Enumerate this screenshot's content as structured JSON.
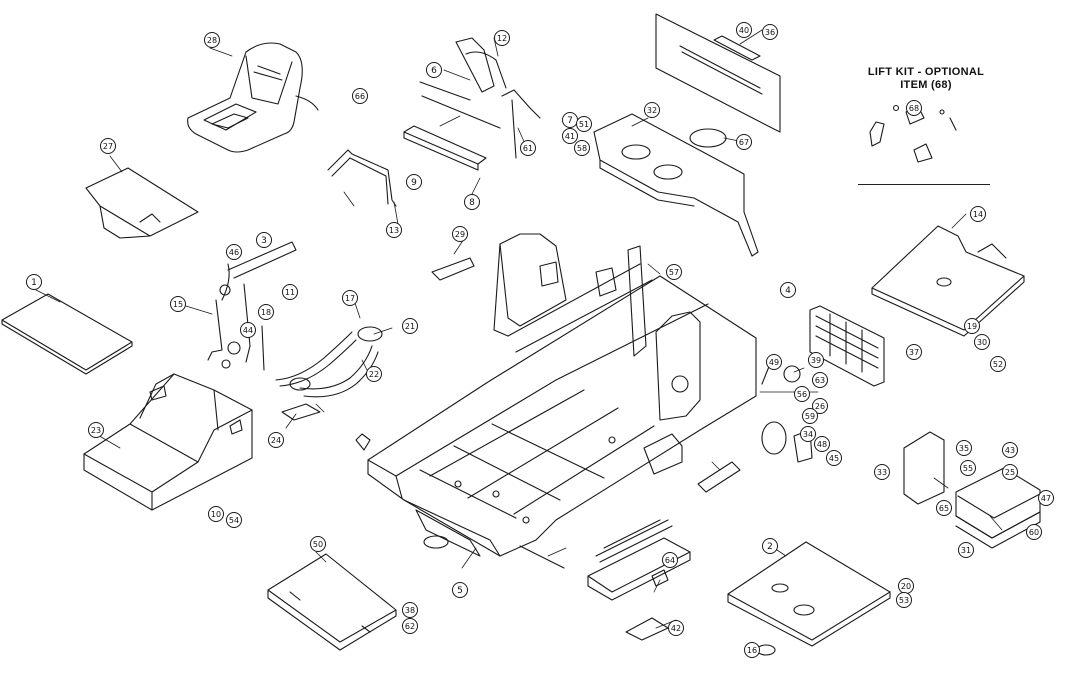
{
  "lift_kit": {
    "title_line1": "LIFT KIT - OPTIONAL",
    "title_line2": "ITEM (68)"
  },
  "callouts": [
    {
      "id": "c01",
      "label": "1"
    },
    {
      "id": "c02",
      "label": "2"
    },
    {
      "id": "c03",
      "label": "3"
    },
    {
      "id": "c04",
      "label": "4"
    },
    {
      "id": "c05",
      "label": "5"
    },
    {
      "id": "c06",
      "label": "6"
    },
    {
      "id": "c07",
      "label": "7"
    },
    {
      "id": "c08",
      "label": "8"
    },
    {
      "id": "c09",
      "label": "9"
    },
    {
      "id": "c10",
      "label": "10"
    },
    {
      "id": "c11",
      "label": "11"
    },
    {
      "id": "c12",
      "label": "12"
    },
    {
      "id": "c13",
      "label": "13"
    },
    {
      "id": "c14",
      "label": "14"
    },
    {
      "id": "c15",
      "label": "15"
    },
    {
      "id": "c16",
      "label": "16"
    },
    {
      "id": "c17",
      "label": "17"
    },
    {
      "id": "c18",
      "label": "18"
    },
    {
      "id": "c19",
      "label": "19"
    },
    {
      "id": "c20",
      "label": "20"
    },
    {
      "id": "c21",
      "label": "21"
    },
    {
      "id": "c22",
      "label": "22"
    },
    {
      "id": "c23",
      "label": "23"
    },
    {
      "id": "c24",
      "label": "24"
    },
    {
      "id": "c25",
      "label": "25"
    },
    {
      "id": "c26",
      "label": "26"
    },
    {
      "id": "c27",
      "label": "27"
    },
    {
      "id": "c28",
      "label": "28"
    },
    {
      "id": "c29",
      "label": "29"
    },
    {
      "id": "c30",
      "label": "30"
    },
    {
      "id": "c31",
      "label": "31"
    },
    {
      "id": "c32",
      "label": "32"
    },
    {
      "id": "c33",
      "label": "33"
    },
    {
      "id": "c34",
      "label": "34"
    },
    {
      "id": "c35",
      "label": "35"
    },
    {
      "id": "c36",
      "label": "36"
    },
    {
      "id": "c37",
      "label": "37"
    },
    {
      "id": "c38",
      "label": "38"
    },
    {
      "id": "c39",
      "label": "39"
    },
    {
      "id": "c40",
      "label": "40"
    },
    {
      "id": "c41",
      "label": "41"
    },
    {
      "id": "c42",
      "label": "42"
    },
    {
      "id": "c43",
      "label": "43"
    },
    {
      "id": "c44",
      "label": "44"
    },
    {
      "id": "c45",
      "label": "45"
    },
    {
      "id": "c46",
      "label": "46"
    },
    {
      "id": "c47",
      "label": "47"
    },
    {
      "id": "c48",
      "label": "48"
    },
    {
      "id": "c49",
      "label": "49"
    },
    {
      "id": "c50",
      "label": "50"
    },
    {
      "id": "c51",
      "label": "51"
    },
    {
      "id": "c52",
      "label": "52"
    },
    {
      "id": "c53",
      "label": "53"
    },
    {
      "id": "c54",
      "label": "54"
    },
    {
      "id": "c55",
      "label": "55"
    },
    {
      "id": "c56",
      "label": "56"
    },
    {
      "id": "c57",
      "label": "57"
    },
    {
      "id": "c58",
      "label": "58"
    },
    {
      "id": "c59",
      "label": "59"
    },
    {
      "id": "c60",
      "label": "60"
    },
    {
      "id": "c61",
      "label": "61"
    },
    {
      "id": "c62",
      "label": "62"
    },
    {
      "id": "c63",
      "label": "63"
    },
    {
      "id": "c64",
      "label": "64"
    },
    {
      "id": "c65",
      "label": "65"
    },
    {
      "id": "c66",
      "label": "66"
    },
    {
      "id": "c67",
      "label": "67"
    },
    {
      "id": "c68",
      "label": "68"
    }
  ]
}
